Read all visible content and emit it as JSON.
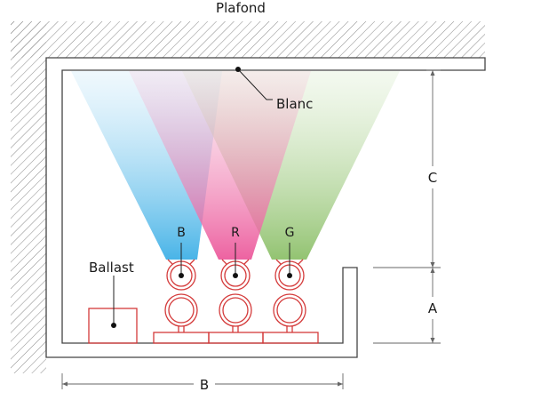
{
  "labels": {
    "ceiling": "Plafond",
    "white": "Blanc",
    "ballast": "Ballast",
    "dim_a": "A",
    "dim_b": "B",
    "dim_c": "C"
  },
  "beams": [
    {
      "letter": "B",
      "color": "#3fb0e6"
    },
    {
      "letter": "R",
      "color": "#ec5a9c"
    },
    {
      "letter": "G",
      "color": "#8dc06a"
    }
  ],
  "colors": {
    "hatch": "#777777",
    "outline": "#444444",
    "equipment": "#d43a3a",
    "dot": "#111111",
    "dimension": "#555555"
  }
}
